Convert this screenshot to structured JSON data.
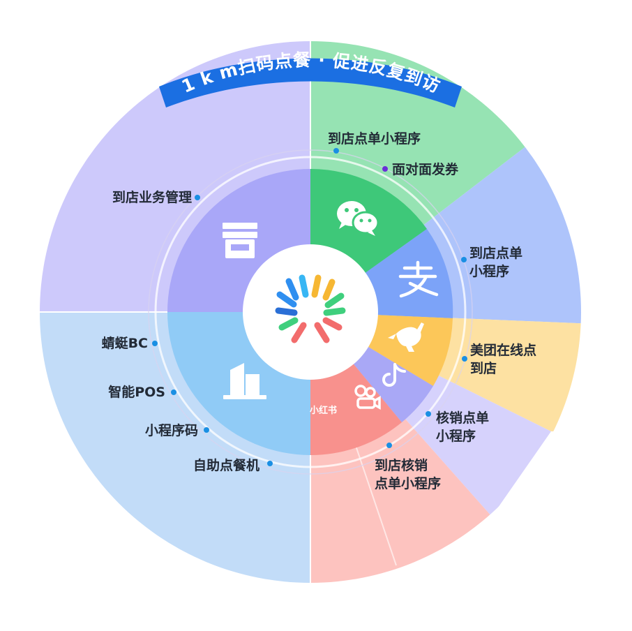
{
  "banner": {
    "title": "1 k m扫码点餐 · 促进反复到访",
    "color": "#1b6fe2"
  },
  "center_logo": {
    "icon": "starburst-logo-icon"
  },
  "segments": [
    {
      "id": "store-management",
      "icon": "store-icon",
      "outer_color": "#cdc9fb",
      "inner_color": "#a9a7f8",
      "labels": [
        "到店业务管理"
      ]
    },
    {
      "id": "wechat",
      "icon": "wechat-icon",
      "outer_color": "#96e3b3",
      "inner_color": "#3ec879",
      "labels": [
        "到店点单小程序",
        "面对面发券"
      ]
    },
    {
      "id": "alipay",
      "icon": "alipay-icon",
      "outer_color": "#aec4fb",
      "inner_color": "#7ca3f8",
      "labels": [
        "到店点单\n小程序"
      ]
    },
    {
      "id": "meituan",
      "icon": "kangaroo-icon",
      "outer_color": "#fde1a2",
      "inner_color": "#fcc759",
      "labels": [
        "美团在线点\n到店"
      ]
    },
    {
      "id": "douyin",
      "icon": "tiktok-icon",
      "outer_color": "#d6d2fc",
      "inner_color": "#a9a8f6",
      "labels": [
        "核销点单\n小程序"
      ]
    },
    {
      "id": "xiaohongshu-kuaishou",
      "icon": "kuaishou-icon",
      "outer_color": "#fdc3bf",
      "inner_color": "#f8918d",
      "badge": "小红书",
      "labels": [
        "到店核销\n点单小程序"
      ]
    },
    {
      "id": "self-service",
      "icon": "building-icon",
      "outer_color": "#c2dcf8",
      "inner_color": "#90cbf6",
      "labels": [
        "蜻蜓BC",
        "智能POS",
        "小程序码",
        "自助点餐机"
      ]
    }
  ],
  "accent_colors": {
    "dot_blue": "#1a8fe3",
    "dot_purple": "#6a2fd8",
    "label_text": "#222a36"
  }
}
